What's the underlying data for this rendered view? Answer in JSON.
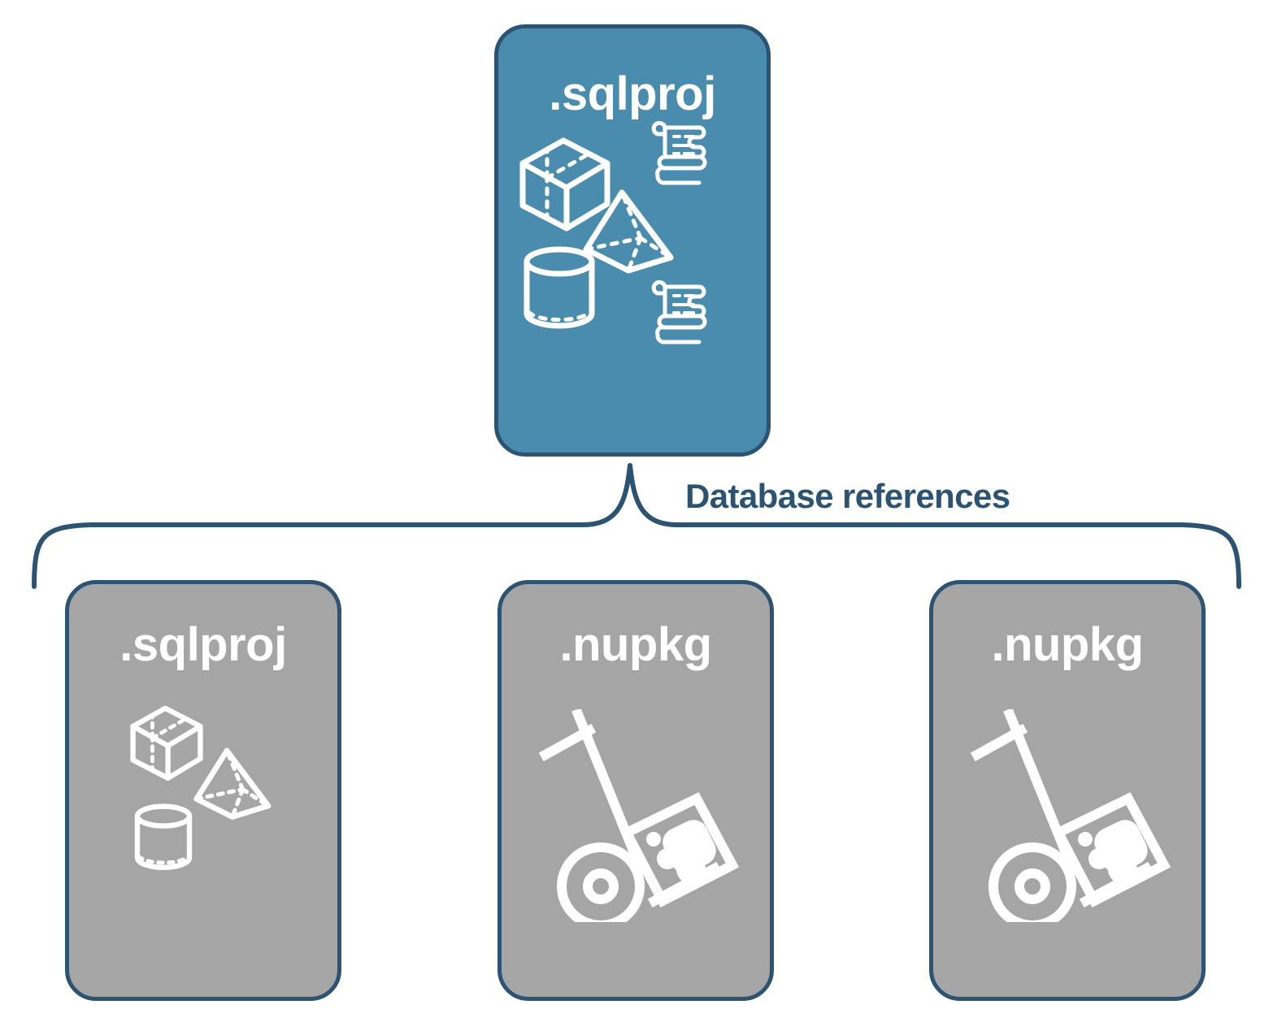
{
  "diagram": {
    "title_text": "Database references",
    "colors": {
      "primary_fill": "#4a8cae",
      "secondary_fill": "#a5a5a5",
      "stroke": "#2d5373",
      "icon": "#ffffff",
      "background": "#ffffff"
    },
    "root": {
      "label": ".sqlproj",
      "kind": "primary",
      "icons": [
        "cube-icon",
        "scroll-icon",
        "pyramid-icon",
        "cylinder-icon",
        "scroll-icon"
      ]
    },
    "connector": {
      "type": "curly-brace",
      "label": "Database references",
      "branch_count": 3
    },
    "children": [
      {
        "label": ".sqlproj",
        "kind": "secondary",
        "icons": [
          "cube-icon",
          "pyramid-icon",
          "cylinder-icon"
        ]
      },
      {
        "label": ".nupkg",
        "kind": "secondary",
        "icons": [
          "hand-truck-package-icon"
        ]
      },
      {
        "label": ".nupkg",
        "kind": "secondary",
        "icons": [
          "hand-truck-package-icon"
        ]
      }
    ]
  }
}
